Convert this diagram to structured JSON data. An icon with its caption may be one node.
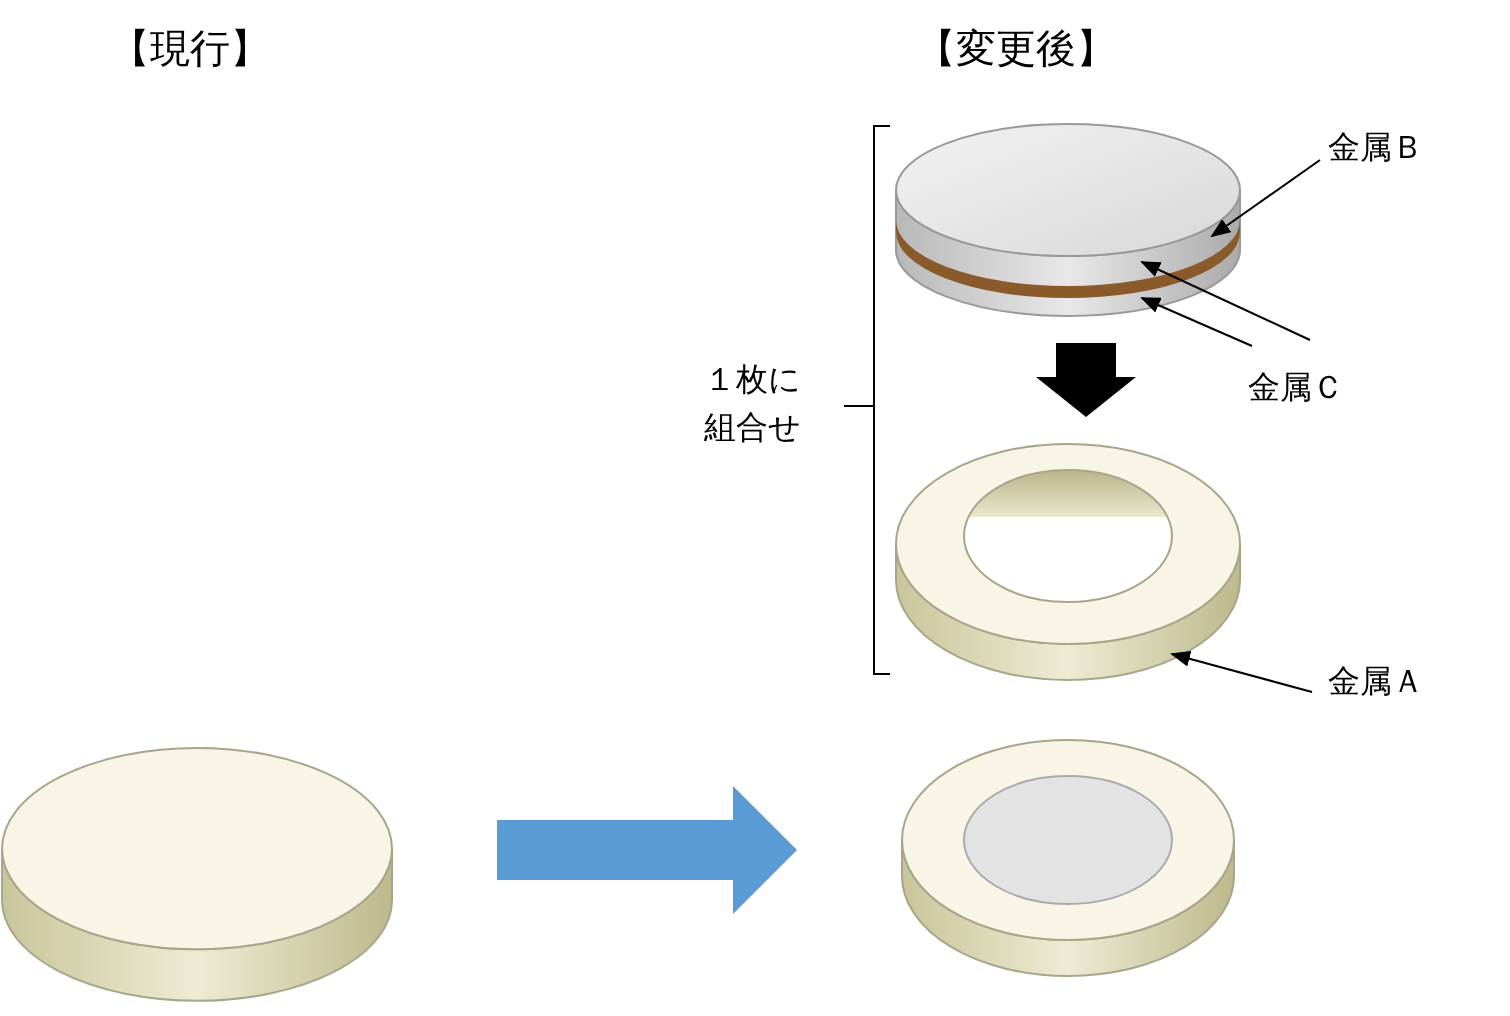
{
  "diagram": {
    "nodes": [
      {
        "text": [
          "金属Ｂ"
        ]
      },
      {
        "text": [
          "金属Ｃ"
        ]
      },
      {
        "text": [
          "金属Ａ"
        ]
      },
      {
        "text": [],
        "shape": "picture"
      },
      {
        "text": [],
        "shape": "picture"
      },
      {
        "text": [],
        "shape": "cylinder"
      },
      {
        "text": [],
        "shape": "picture"
      }
    ],
    "edges": [
      {
        "from": 0,
        "to": 3,
        "arrow": "to"
      },
      {
        "from": 1,
        "to": 3,
        "arrow": "to"
      },
      {
        "from": 1,
        "to": 3,
        "arrow": "to"
      },
      {
        "from": 2,
        "to": 4,
        "arrow": "to"
      },
      {
        "from": 3,
        "to": 4,
        "arrow": "to",
        "style": "thick"
      },
      {
        "from": 5,
        "to": 6,
        "arrow": "to",
        "style": "thick",
        "color": "#5b9bd5"
      }
    ],
    "labels": [
      "【現行】",
      "【変更後】",
      "１枚に組合せ"
    ]
  }
}
